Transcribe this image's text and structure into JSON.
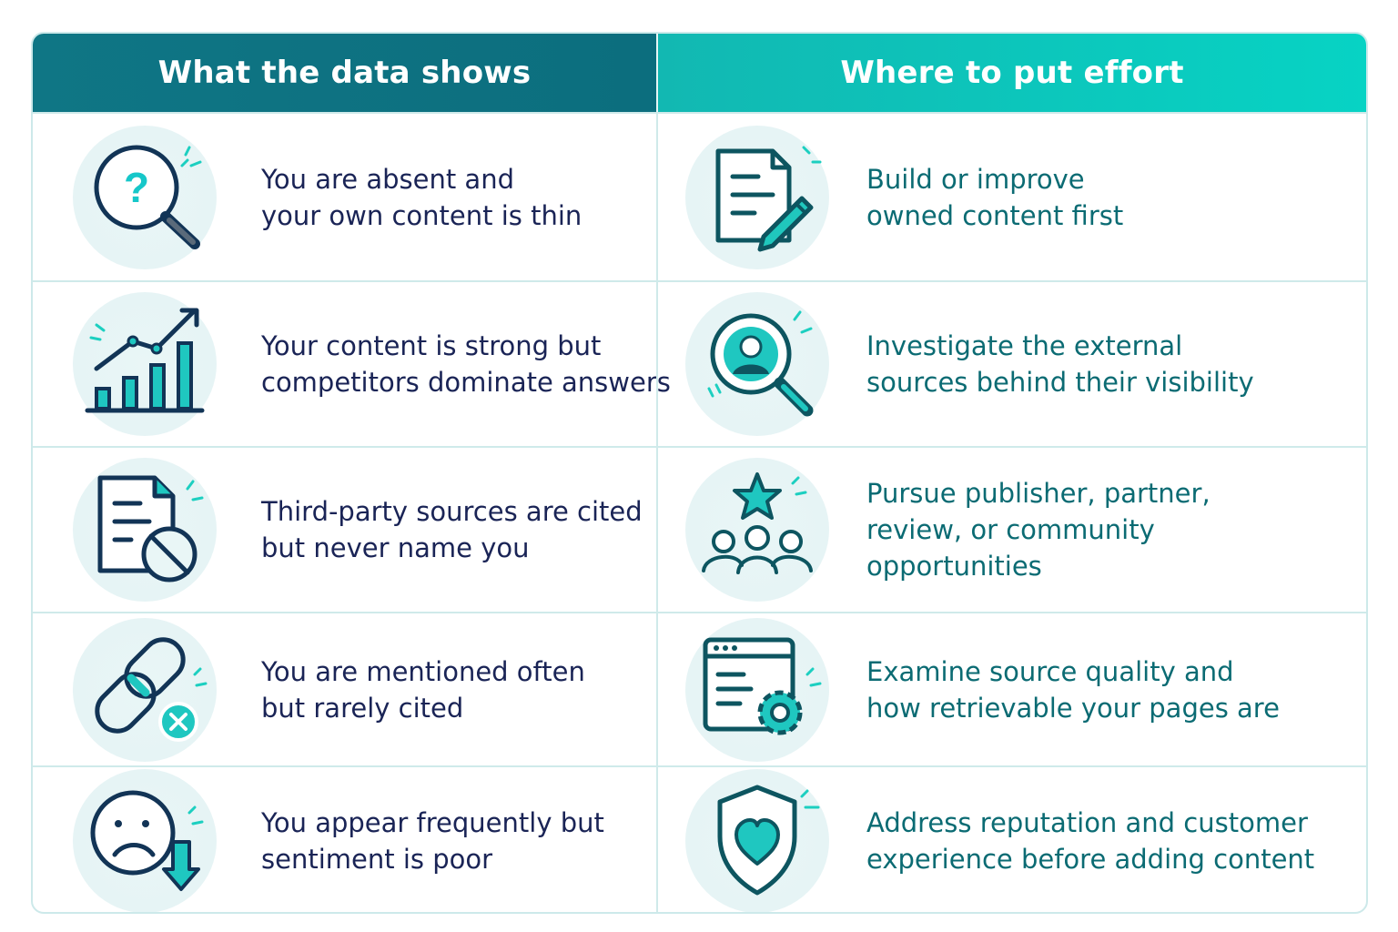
{
  "header": {
    "left_title": "What the data shows",
    "right_title": "Where to put effort"
  },
  "colors": {
    "header_left": "#0f7685",
    "header_right": "#07d3c4",
    "left_text": "#1a2456",
    "right_text": "#0b6b73",
    "accent": "#1ccfc0"
  },
  "rows": [
    {
      "finding_lines": [
        "You are absent and",
        "your own content is thin"
      ],
      "finding_icon": "question-magnifier-icon",
      "action_lines": [
        "Build or improve",
        "owned content first"
      ],
      "action_icon": "document-pencil-icon"
    },
    {
      "finding_lines": [
        "Your content is strong but",
        "competitors dominate answers"
      ],
      "finding_icon": "rising-bar-chart-icon",
      "action_lines": [
        "Investigate the external",
        "sources behind their visibility"
      ],
      "action_icon": "person-magnifier-icon"
    },
    {
      "finding_lines": [
        "Third-party sources are cited",
        "but never name you"
      ],
      "finding_icon": "document-blocked-icon",
      "action_lines": [
        "Pursue publisher, partner,",
        "review, or community",
        "opportunities"
      ],
      "action_icon": "star-community-icon"
    },
    {
      "finding_lines": [
        "You are mentioned often",
        "but rarely cited"
      ],
      "finding_icon": "broken-link-icon",
      "action_lines": [
        "Examine source quality and",
        "how retrievable your pages are"
      ],
      "action_icon": "browser-gear-icon"
    },
    {
      "finding_lines": [
        "You appear frequently but",
        "sentiment is poor"
      ],
      "finding_icon": "sad-face-down-arrow-icon",
      "action_lines": [
        "Address reputation and customer",
        "experience before adding content"
      ],
      "action_icon": "shield-heart-icon"
    }
  ]
}
